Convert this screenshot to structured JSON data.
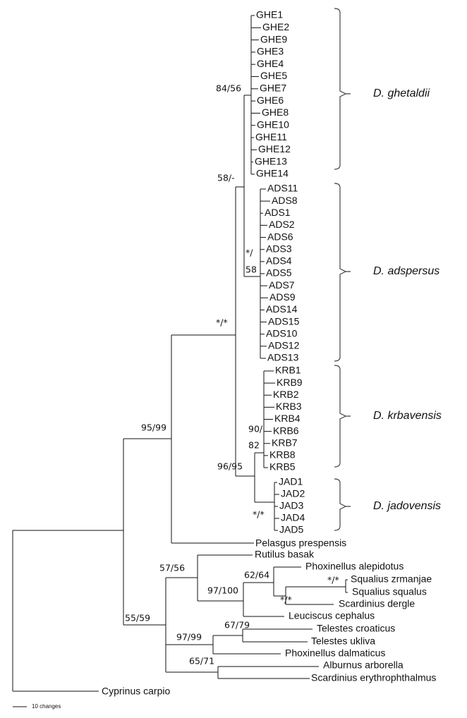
{
  "leaves": {
    "ghe": [
      "GHE1",
      "GHE2",
      "GHE9",
      "GHE3",
      "GHE4",
      "GHE5",
      "GHE7",
      "GHE6",
      "GHE8",
      "GHE10",
      "GHE11",
      "GHE12",
      "GHE13",
      "GHE14"
    ],
    "ads": [
      "ADS11",
      "ADS8",
      "ADS1",
      "ADS2",
      "ADS6",
      "ADS3",
      "ADS4",
      "ADS5",
      "ADS7",
      "ADS9",
      "ADS14",
      "ADS15",
      "ADS10",
      "ADS12",
      "ADS13"
    ],
    "krb": [
      "KRB1",
      "KRB9",
      "KRB2",
      "KRB3",
      "KRB4",
      "KRB6",
      "KRB7",
      "KRB8",
      "KRB5"
    ],
    "jad": [
      "JAD1",
      "JAD2",
      "JAD3",
      "JAD4",
      "JAD5"
    ],
    "outgroups": [
      "Pelasgus prespensis",
      "Rutilus basak",
      "Phoxinellus alepidotus",
      "Squalius zrmanjae",
      "Squalius squalus",
      "Scardinius dergle",
      "Leuciscus cephalus",
      "Telestes croaticus",
      "Telestes ukliva",
      "Phoxinellus dalmaticus",
      "Alburnus arborella",
      "Scardinius erythrophthalmus",
      "Cyprinus carpio"
    ]
  },
  "support": [
    "84/56",
    "58/-",
    "*/",
    "58",
    "*/*",
    "90/",
    "82",
    "96/95",
    "*/*",
    "95/99",
    "57/56",
    "62/64",
    "*/*",
    "97/100",
    "*/*",
    "55/59",
    "67/79",
    "97/99",
    "65/71"
  ],
  "clades": [
    "D. ghetaldii",
    "D. adspersus",
    "D. krbavensis",
    "D. jadovensis"
  ],
  "scale_label": "10 changes"
}
